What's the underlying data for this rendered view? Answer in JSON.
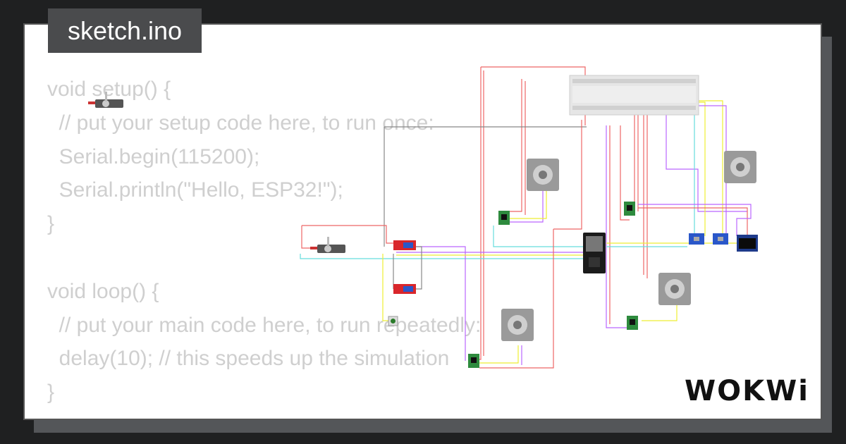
{
  "file": {
    "name": "sketch.ino"
  },
  "code": {
    "lines": [
      "void setup() {",
      "  // put your setup code here, to run once:",
      "  Serial.begin(115200);",
      "  Serial.println(\"Hello, ESP32!\");",
      "}",
      "",
      "void loop() {",
      "  // put your main code here, to run repeatedly:",
      "  delay(10); // this speeds up the simulation",
      "}"
    ]
  },
  "brand": {
    "name": "WOKWi"
  },
  "icons": {
    "microcontroller": "esp32-board-icon",
    "stepper": "stepper-motor-icon",
    "driver": "stepper-driver-icon",
    "relay": "relay-module-icon",
    "servo": "servo-motor-icon",
    "sensor": "sensor-module-icon",
    "display": "oled-display-icon",
    "breadboard": "breadboard-icon",
    "button": "pushbutton-icon"
  },
  "colors": {
    "background": "#1f2021",
    "card": "#ffffff",
    "tab": "#4a4b4d",
    "code_text": "#cfcfcf",
    "relay": "#d9262b",
    "driver": "#2e8b3e",
    "sensor": "#2a57c9",
    "wire_red": "#e66",
    "wire_purple": "#b6f",
    "wire_yellow": "#ee3",
    "wire_cyan": "#6dd"
  }
}
